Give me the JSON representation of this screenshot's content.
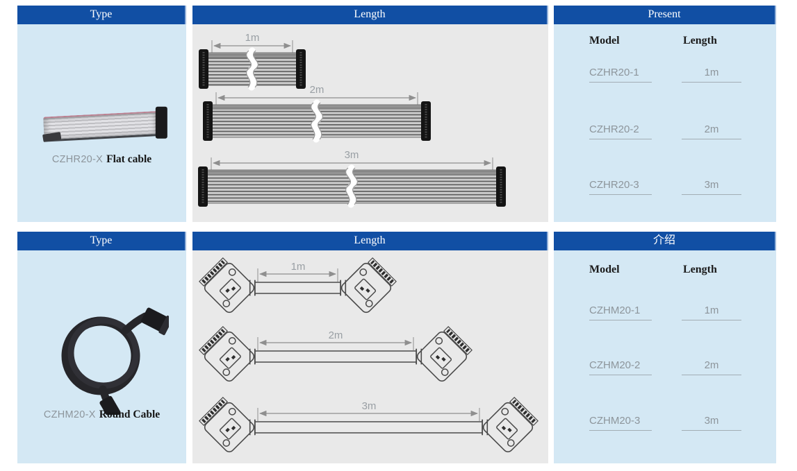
{
  "colors": {
    "header_bg": "#114fa4",
    "panel_blue": "#d4e8f4",
    "panel_gray": "#e9e9e9",
    "muted_text": "#8d959b",
    "dark_text": "#1b1b1b"
  },
  "sections": [
    {
      "type_header": "Type",
      "length_header": "Length",
      "info_header": "Present",
      "product": {
        "model_prefix": "CZHR20-X",
        "name": "Flat cable",
        "cable_kind": "flat-ribbon-cable"
      },
      "diagrams": [
        {
          "label": "1m"
        },
        {
          "label": "2m"
        },
        {
          "label": "3m"
        }
      ],
      "table": {
        "columns": [
          "Model",
          "Length"
        ],
        "rows": [
          [
            "CZHR20-1",
            "1m"
          ],
          [
            "CZHR20-2",
            "2m"
          ],
          [
            "CZHR20-3",
            "3m"
          ]
        ]
      }
    },
    {
      "type_header": "Type",
      "length_header": "Length",
      "info_header": "介绍",
      "product": {
        "model_prefix": "CZHM20-X",
        "name": "Round Cable",
        "cable_kind": "round-cable"
      },
      "diagrams": [
        {
          "label": "1m"
        },
        {
          "label": "2m"
        },
        {
          "label": "3m"
        }
      ],
      "table": {
        "columns": [
          "Model",
          "Length"
        ],
        "rows": [
          [
            "CZHM20-1",
            "1m"
          ],
          [
            "CZHM20-2",
            "2m"
          ],
          [
            "CZHM20-3",
            "3m"
          ]
        ]
      }
    }
  ]
}
